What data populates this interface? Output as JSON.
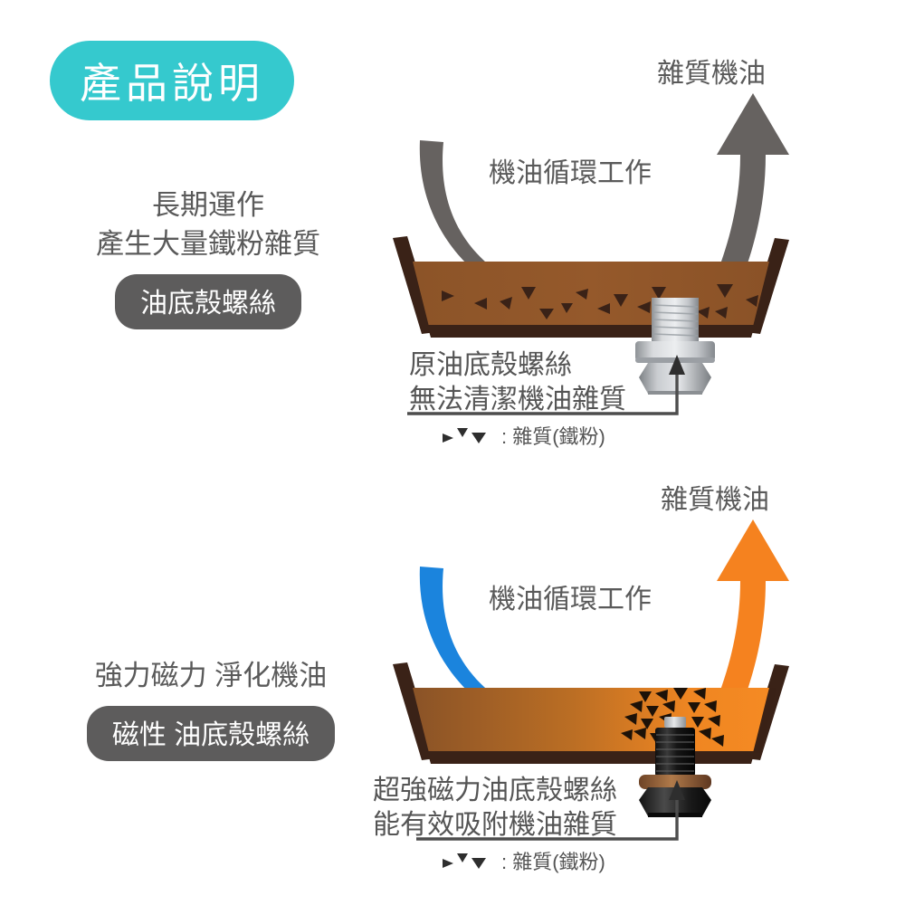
{
  "page": {
    "background": "#ffffff",
    "title_badge": {
      "label": "產品說明",
      "color": "#35c9ce",
      "text_color": "#ffffff"
    }
  },
  "colors": {
    "teal": "#35c9ce",
    "gray_pill": "#5d5c5c",
    "text_gray": "#5a5a5a",
    "arrow_gray": "#666260",
    "arrow_blue": "#1b84dd",
    "arrow_orange": "#f5821f",
    "pan_wall": "#3a2217",
    "pan_oil_dirty": "#91572a",
    "pan_oil_clean_left": "#8d5628",
    "pan_oil_clean_right": "#f58a23",
    "particle": "#3a2217",
    "bolt_silver": "#b9bcc0",
    "bolt_black": "#1d1d1d"
  },
  "sections": [
    {
      "id": "before",
      "left": {
        "lines": [
          "長期運作",
          "產生大量鐵粉雜質"
        ],
        "pill_label": "油底殼螺絲"
      },
      "diagram": {
        "top_label": "雜質機油",
        "cycle_label": "機油循環工作",
        "caption_lines": [
          "原油底殼螺絲",
          "無法清潔機油雜質"
        ],
        "legend_label": ": 雜質(鐵粉)",
        "arrow_in_color": "#666260",
        "arrow_out_color": "#666260",
        "bolt_type": "standard-silver-bolt",
        "particle_layout": "scattered"
      }
    },
    {
      "id": "after",
      "left": {
        "lines": [
          "強力磁力 淨化機油"
        ],
        "pill_label": "磁性 油底殼螺絲"
      },
      "diagram": {
        "top_label": "雜質機油",
        "cycle_label": "機油循環工作",
        "caption_lines": [
          "超強磁力油底殼螺絲",
          "能有效吸附機油雜質"
        ],
        "legend_label": ": 雜質(鐵粉)",
        "arrow_in_color": "#1b84dd",
        "arrow_out_color": "#f5821f",
        "bolt_type": "magnetic-black-bolt",
        "particle_layout": "clustered-on-bolt"
      }
    }
  ]
}
